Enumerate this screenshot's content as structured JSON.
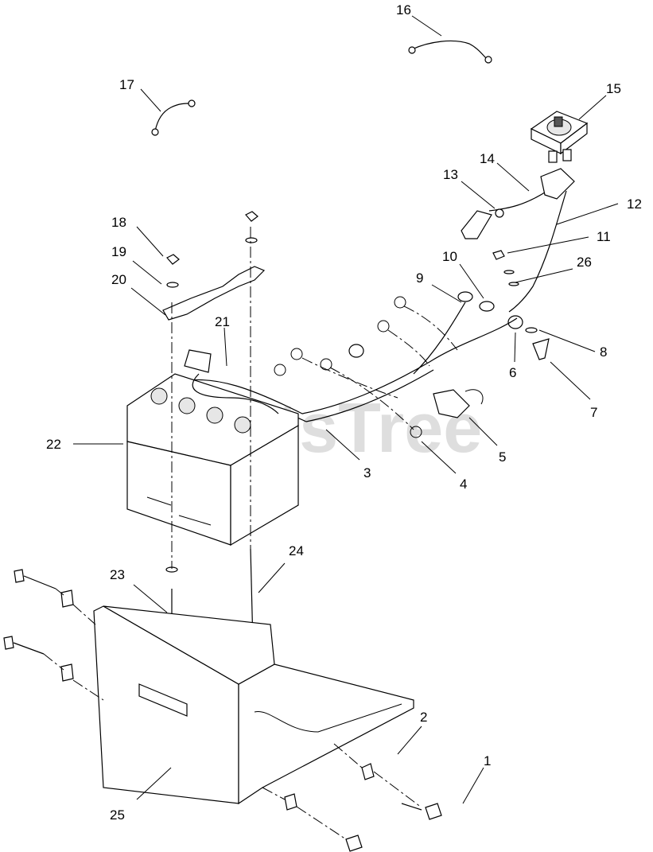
{
  "watermark": "PartsTree",
  "callouts": [
    "1",
    "2",
    "3",
    "4",
    "5",
    "6",
    "7",
    "8",
    "9",
    "10",
    "11",
    "12",
    "13",
    "14",
    "15",
    "16",
    "17",
    "18",
    "19",
    "20",
    "21",
    "22",
    "23",
    "24",
    "25",
    "26"
  ]
}
